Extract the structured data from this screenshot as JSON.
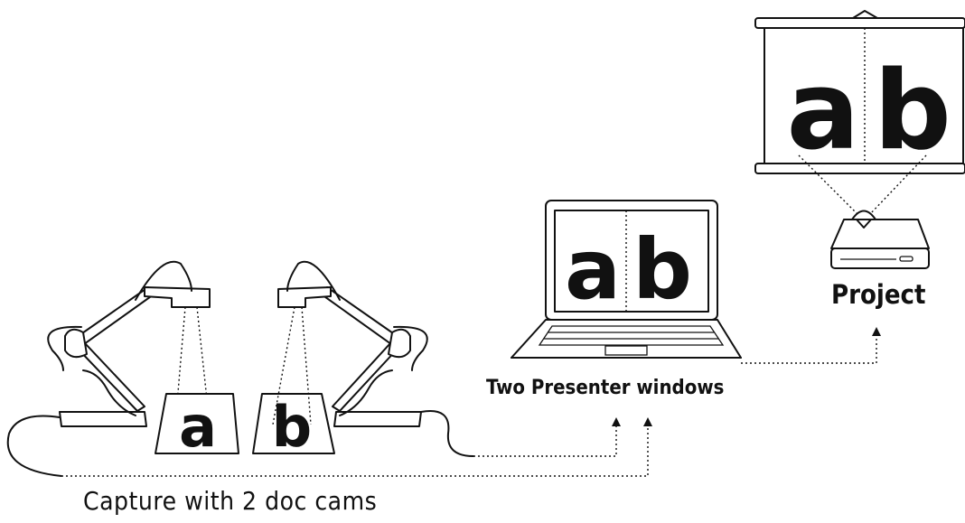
{
  "captions": {
    "capture": "Capture with 2 doc cams",
    "presenter": "Two Presenter windows",
    "project": "Project"
  },
  "letters": {
    "a": "a",
    "b": "b"
  },
  "icons": [
    "document-camera-icon",
    "document-camera-icon",
    "laptop-icon",
    "projector-icon",
    "projection-screen-icon"
  ]
}
